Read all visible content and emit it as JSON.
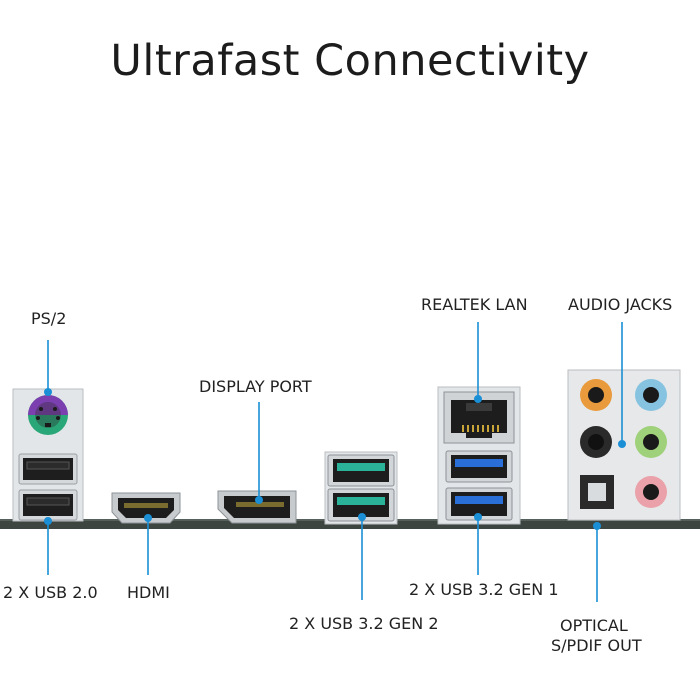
{
  "title": "Ultrafast Connectivity",
  "colors": {
    "callout": "#1a8fd6",
    "board": "#3d4540",
    "usb2": "#2b2b2b",
    "usb3_gen2": "#2bb39a",
    "usb3_gen1": "#2a6fd8",
    "ps2_keyboard": "#7b3fb0",
    "ps2_mouse": "#2aa778",
    "jack_orange": "#e89a3c",
    "jack_blue": "#86c3e0",
    "jack_black": "#2a2a2a",
    "jack_green": "#9fd07a",
    "jack_pink": "#eaa1a9"
  },
  "labels": {
    "ps2": "PS/2",
    "usb20": "2 X USB 2.0",
    "hdmi": "HDMI",
    "displayport": "DISPLAY PORT",
    "usb32gen2": "2 X USB 3.2 GEN 2",
    "realtek_lan": "REALTEK LAN",
    "usb32gen1": "2 X USB 3.2 GEN 1",
    "audio_jacks": "AUDIO JACKS",
    "optical_line1": "OPTICAL",
    "optical_line2": "S/PDIF OUT"
  }
}
